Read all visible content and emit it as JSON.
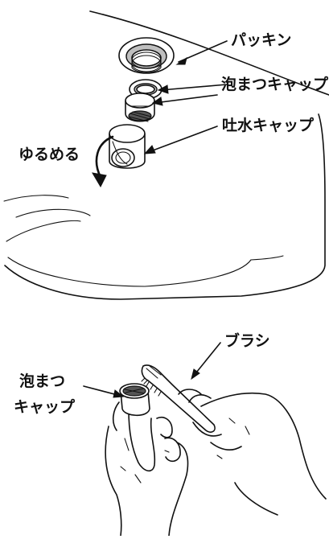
{
  "top_figure": {
    "labels": {
      "packing": "パッキン",
      "foam_cap": "泡まつキャップ",
      "spout_cap": "吐水キャップ",
      "loosen": "ゆるめる"
    }
  },
  "bottom_figure": {
    "labels": {
      "brush": "ブラシ",
      "foam_cap_line1": "泡まつ",
      "foam_cap_line2": "キャップ"
    }
  },
  "colors": {
    "line": "#111111",
    "shade": "#bfbfbf",
    "background": "#ffffff"
  },
  "icons": [
    "rotate-arrow-icon"
  ]
}
